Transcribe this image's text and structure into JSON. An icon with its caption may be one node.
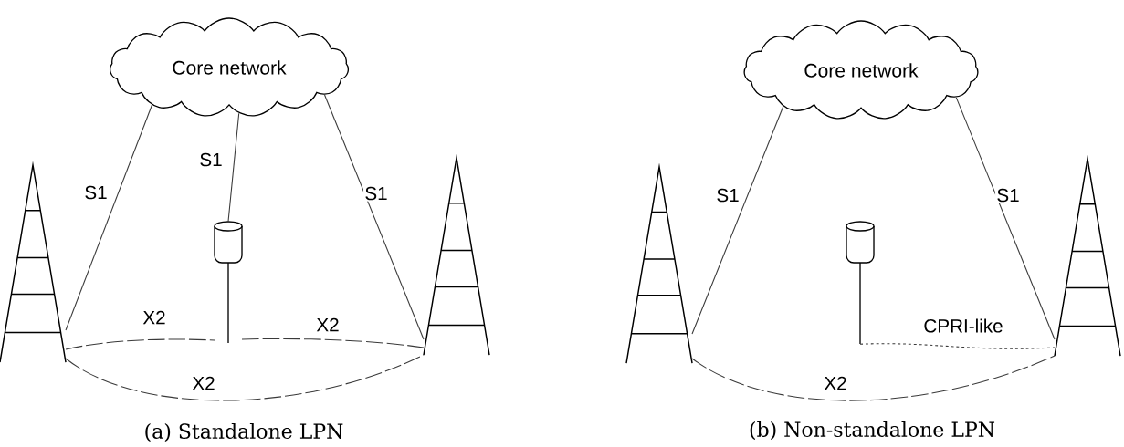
{
  "diagram": {
    "nodes": [
      {
        "text": [
          "Core network"
        ]
      },
      {
        "text": [],
        "shape": "tower"
      },
      {
        "text": [],
        "shape": "antenna"
      },
      {
        "text": [],
        "shape": "tower"
      },
      {
        "text": [
          "Core network"
        ]
      },
      {
        "text": [],
        "shape": "tower"
      },
      {
        "text": [],
        "shape": "antenna"
      },
      {
        "text": [],
        "shape": "tower"
      }
    ],
    "edges": [
      {
        "from": 0,
        "to": 1,
        "arrow": "none",
        "label": "S1"
      },
      {
        "from": 0,
        "to": 2,
        "arrow": "none",
        "label": "S1"
      },
      {
        "from": 0,
        "to": 3,
        "arrow": "none",
        "label": "S1"
      },
      {
        "from": 1,
        "to": 2,
        "arrow": "none",
        "label": "X2",
        "style": "dashed"
      },
      {
        "from": 2,
        "to": 3,
        "arrow": "none",
        "label": "X2",
        "style": "dashed"
      },
      {
        "from": 1,
        "to": 3,
        "arrow": "none",
        "label": "X2",
        "style": "dashed"
      },
      {
        "from": 4,
        "to": 5,
        "arrow": "none",
        "label": "S1"
      },
      {
        "from": 4,
        "to": 7,
        "arrow": "none",
        "label": "S1"
      },
      {
        "from": 6,
        "to": 7,
        "arrow": "none",
        "label": "CPRI-like",
        "style": "dashed"
      },
      {
        "from": 5,
        "to": 7,
        "arrow": "none",
        "label": "X2",
        "style": "dashed"
      }
    ],
    "labels": [
      "(a) Standalone LPN",
      "(b) Non-standalone LPN"
    ]
  }
}
